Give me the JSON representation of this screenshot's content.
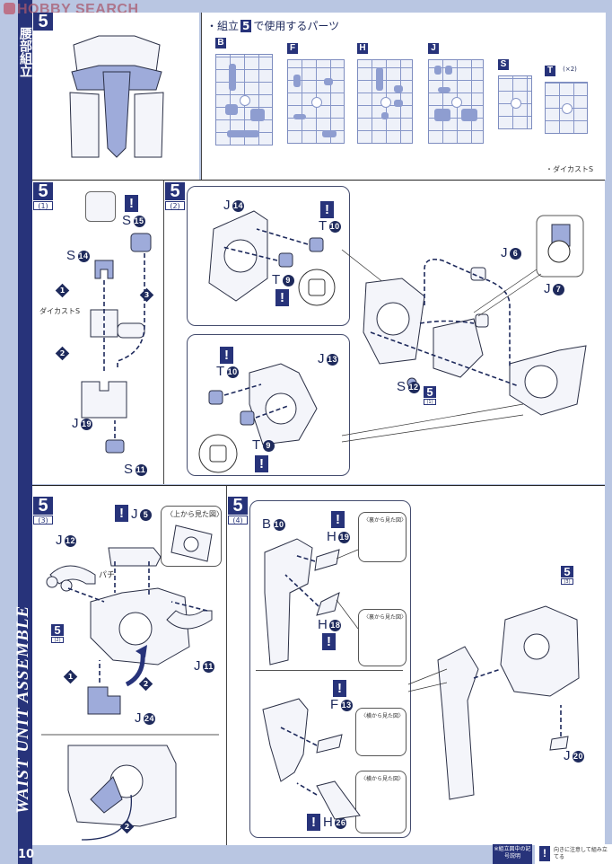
{
  "watermark": {
    "brand": "HOBBY SEARCH"
  },
  "sidebar": {
    "section_title_jp": "腰部組立",
    "section_title_en": "WAIST UNIT ASSEMBLE",
    "page_number": "10",
    "step_number": "5"
  },
  "parts_list": {
    "heading_prefix": "・組立",
    "heading_step": "5",
    "heading_suffix": "で使用するパーツ",
    "sprues": [
      {
        "letter": "B",
        "qty": ""
      },
      {
        "letter": "F",
        "qty": ""
      },
      {
        "letter": "H",
        "qty": ""
      },
      {
        "letter": "J",
        "qty": ""
      },
      {
        "letter": "S",
        "qty": ""
      },
      {
        "letter": "T",
        "qty": "(×2)"
      }
    ],
    "extra": "・ダイカストS"
  },
  "steps": {
    "s1": {
      "badge": "5",
      "sub": "(1)",
      "labels": {
        "s15": {
          "letter": "S",
          "num": "15"
        },
        "s14": {
          "letter": "S",
          "num": "14"
        },
        "diecast": "ダイカストS",
        "j19": {
          "letter": "J",
          "num": "19"
        },
        "s11": {
          "letter": "S",
          "num": "11"
        }
      },
      "order": [
        "1",
        "2",
        "3"
      ]
    },
    "s2": {
      "badge": "5",
      "sub": "(2)",
      "labels": {
        "j14": {
          "letter": "J",
          "num": "14"
        },
        "t10a": {
          "letter": "T",
          "num": "10"
        },
        "t9a": {
          "letter": "T",
          "num": "9"
        },
        "t10b": {
          "letter": "T",
          "num": "10"
        },
        "t9b": {
          "letter": "T",
          "num": "9"
        },
        "j13": {
          "letter": "J",
          "num": "13"
        },
        "j6": {
          "letter": "J",
          "num": "6"
        },
        "j7": {
          "letter": "J",
          "num": "7"
        },
        "s12": {
          "letter": "S",
          "num": "12"
        },
        "ref": {
          "badge": "5",
          "sub": "(1)"
        }
      }
    },
    "s3": {
      "badge": "5",
      "sub": "(3)",
      "labels": {
        "j5": {
          "letter": "J",
          "num": "5"
        },
        "j12": {
          "letter": "J",
          "num": "12"
        },
        "j11": {
          "letter": "J",
          "num": "11"
        },
        "j24": {
          "letter": "J",
          "num": "24"
        },
        "pachi": "パチ",
        "ref": {
          "badge": "5",
          "sub": "(2)"
        }
      },
      "inset_caption": "〈上から見た図〉",
      "order": [
        "1",
        "2",
        "2"
      ]
    },
    "s4": {
      "badge": "5",
      "sub": "(4)",
      "labels": {
        "b10": {
          "letter": "B",
          "num": "10"
        },
        "h19": {
          "letter": "H",
          "num": "19"
        },
        "h18": {
          "letter": "H",
          "num": "18"
        },
        "f13": {
          "letter": "F",
          "num": "13"
        },
        "h26": {
          "letter": "H",
          "num": "26"
        },
        "j20": {
          "letter": "J",
          "num": "20"
        },
        "ref": {
          "badge": "5",
          "sub": "(3)"
        }
      },
      "inset_captions": [
        "〈裏から見た図〉",
        "〈裏から見た図〉",
        "〈横から見た図〉",
        "〈横から見た図〉"
      ]
    }
  },
  "legend": {
    "title": "※組立図中の記号説明",
    "warn_desc": "向きに注意して組み立てる"
  },
  "colors": {
    "navy": "#27337a",
    "light_blue": "#b9c6e2",
    "part_blue": "#9eabda"
  }
}
